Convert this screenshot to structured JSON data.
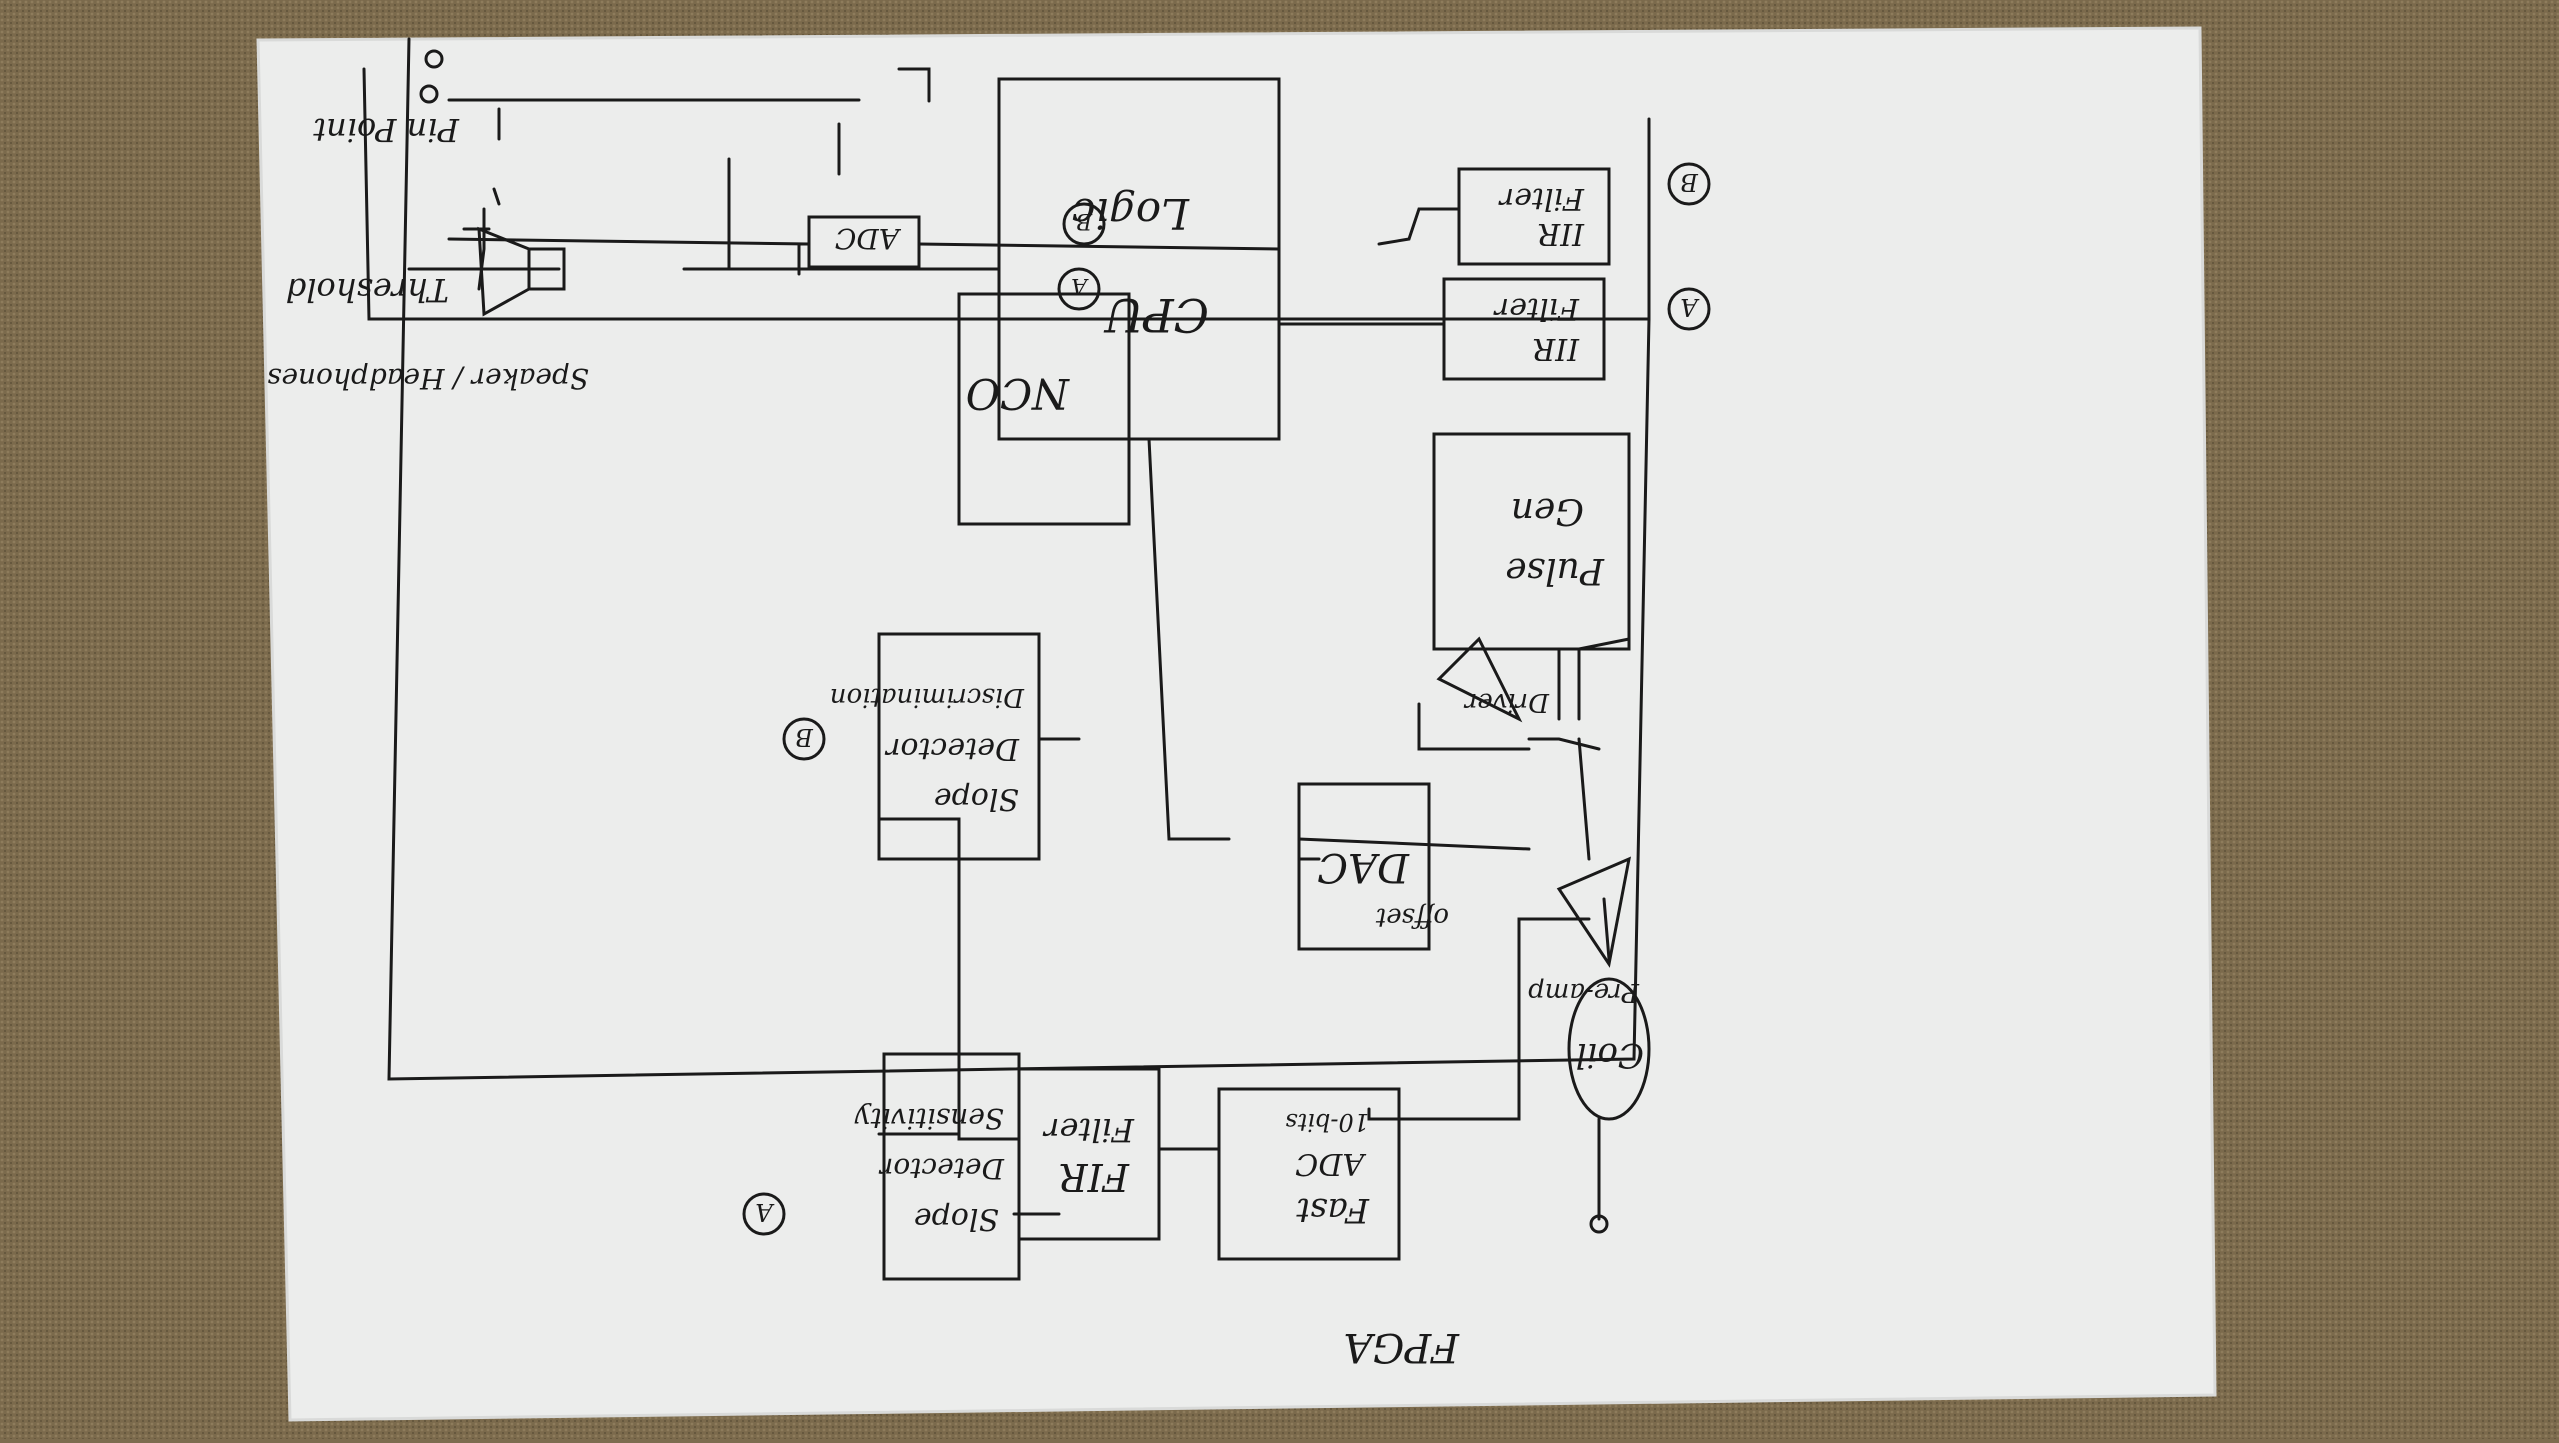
{
  "diagram": {
    "frame_label": "FPGA",
    "blocks": {
      "cpu_title": "CPU",
      "cpu_sub": "Logic",
      "nco": "NCO",
      "adc_small": "ADC",
      "iir_top_1": "IIR",
      "iir_top_2": "Filter",
      "iir_bot_1": "IIR",
      "iir_bot_2": "Filter",
      "pulse_1": "Pulse",
      "pulse_2": "Gen",
      "dac": "DAC",
      "slope_disc_1": "Slope",
      "slope_disc_2": "Detector",
      "slope_disc_3": "Discrimination",
      "slope_sens_1": "Slope",
      "slope_sens_2": "Detector",
      "slope_sens_3": "Sensitivity",
      "fir_1": "FIR",
      "fir_2": "Filter",
      "fastadc_1": "Fast",
      "fastadc_2": "ADC",
      "fastadc_3": "10-bits"
    },
    "connectors": {
      "a": "A",
      "b": "B"
    },
    "external": {
      "pinpoint": "Pin Point",
      "threshold": "Threshold",
      "speaker": "Speaker / Headphones",
      "driver": "Driver",
      "preamp": "Pre-amp",
      "offset": "offset",
      "coil": "Coil"
    }
  }
}
